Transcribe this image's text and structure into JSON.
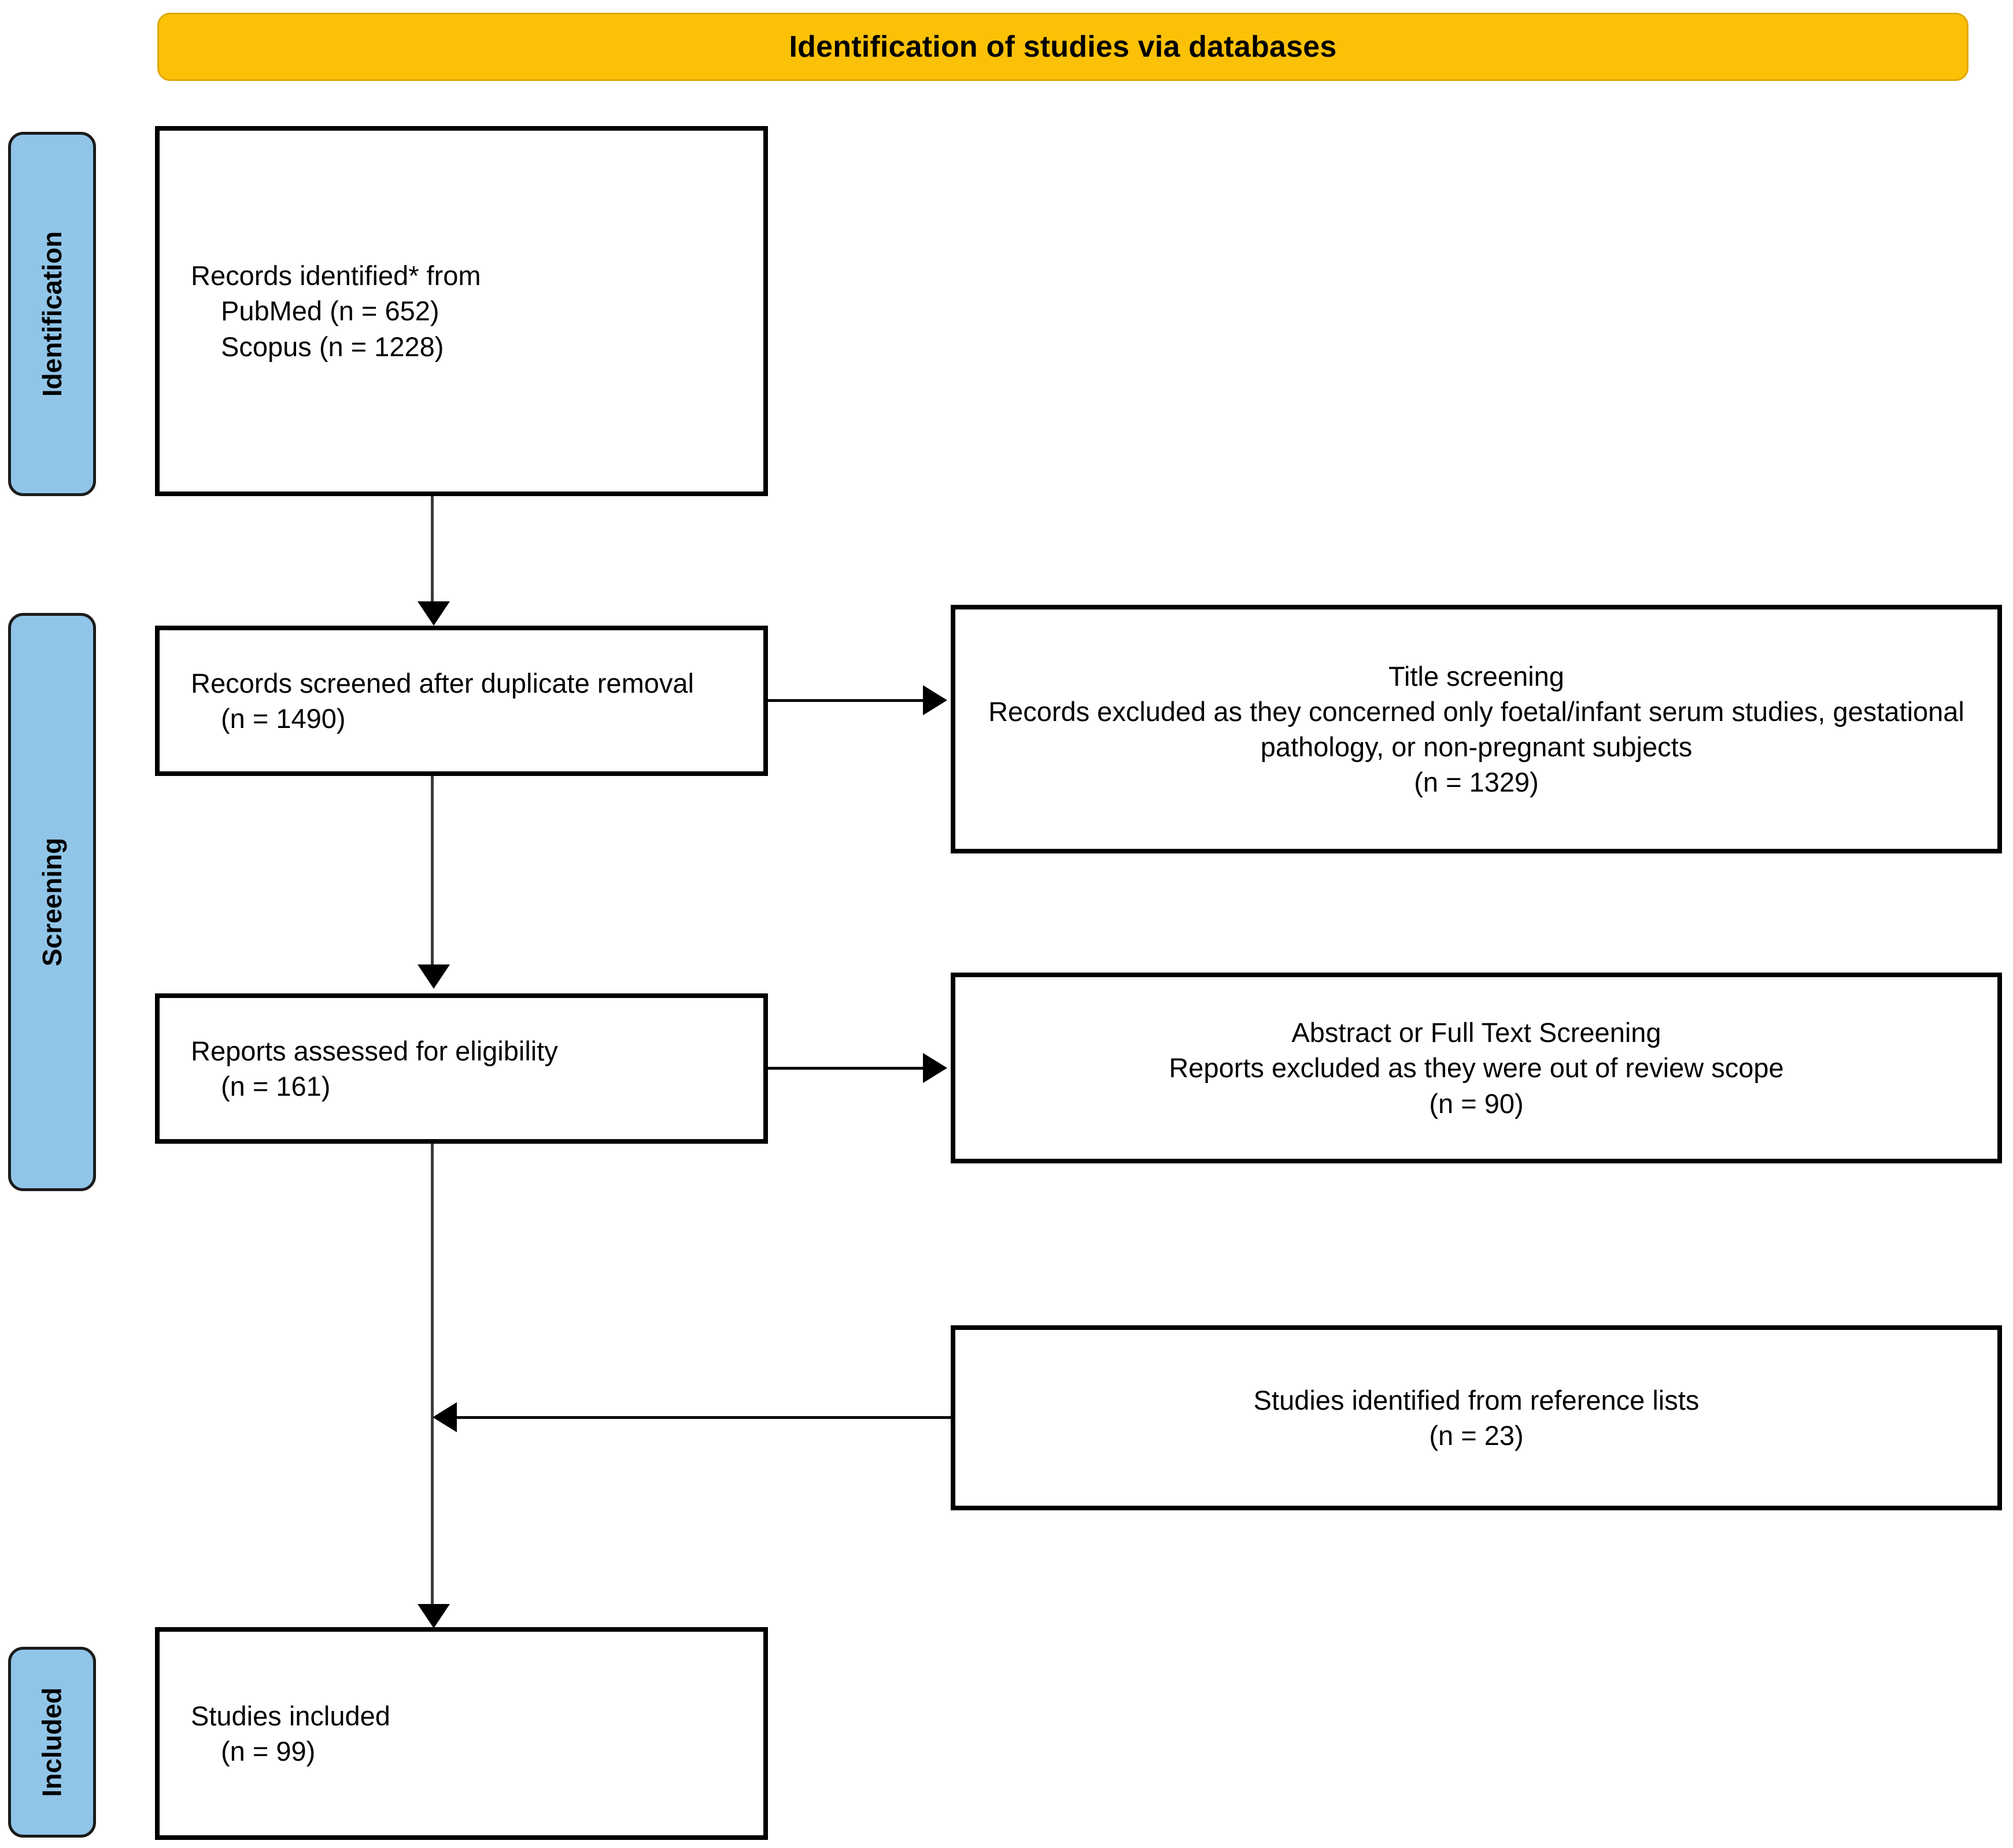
{
  "header": {
    "title": "Identification of studies via databases",
    "bg_color": "#FBC107",
    "border_color": "#E0A806"
  },
  "stages": {
    "pill_color": "#91C5E8",
    "items": [
      {
        "id": "identification",
        "label": "Identification"
      },
      {
        "id": "screening",
        "label": "Screening"
      },
      {
        "id": "included",
        "label": "Included"
      }
    ]
  },
  "flow": {
    "records_identified": {
      "line1": "Records identified* from",
      "line2": "PubMed (n = 652)",
      "line3": "Scopus (n = 1228)"
    },
    "records_screened": {
      "line1": "Records screened after duplicate removal",
      "line2": "(n = 1490)"
    },
    "reports_assessed": {
      "line1": "Reports assessed for eligibility",
      "line2": "(n = 161)"
    },
    "studies_included": {
      "line1": "Studies included",
      "line2": "(n = 99)"
    },
    "excluded_title_screening": {
      "line1": "Title screening",
      "line2": "Records excluded as they concerned only foetal/infant serum studies, gestational pathology, or non-pregnant subjects",
      "line3": "(n = 1329)"
    },
    "excluded_abstract_fulltext": {
      "line1": "Abstract or Full Text Screening",
      "line2": "Reports excluded as they were out of review scope",
      "line3": "(n = 90)"
    },
    "reference_lists": {
      "line1": "Studies identified from reference lists",
      "line2": "(n = 23)"
    }
  }
}
